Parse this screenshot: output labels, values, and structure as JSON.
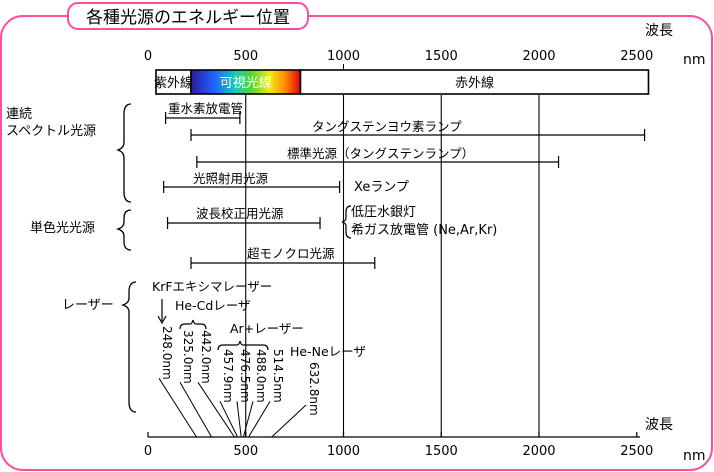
{
  "title": "各種光源のエネルギー位置",
  "axis": {
    "unit_label": "波長",
    "unit": "nm",
    "ticks": [
      0,
      500,
      1000,
      1500,
      2000,
      2500
    ]
  },
  "bands": [
    {
      "label": "紫外線",
      "from": 0,
      "to": 220
    },
    {
      "label": "可視光線",
      "from": 220,
      "to": 780
    },
    {
      "label": "赤外線",
      "from": 780,
      "to": 2560
    }
  ],
  "groups": [
    {
      "label": "連続\nスペクトル光源"
    },
    {
      "label": "単色光光源"
    },
    {
      "label": "レーザー"
    }
  ],
  "ranges": [
    {
      "label": "重水素放電管",
      "from": 90,
      "to": 470
    },
    {
      "label": "タングステンヨウ素ランプ",
      "from": 220,
      "to": 2540
    },
    {
      "label": "標準光源（タングステンランプ）",
      "from": 250,
      "to": 2100
    },
    {
      "label": "光照射用光源",
      "from": 80,
      "to": 980
    },
    {
      "label": "波長校正用光源",
      "from": 100,
      "to": 880
    },
    {
      "label": "超モノクロ光源",
      "from": 220,
      "to": 1160
    }
  ],
  "side_labels": {
    "xe": "Xeランプ",
    "low_pressure_hg": "低圧水銀灯",
    "rare_gas": "希ガス放電管 (Ne,Ar,Kr)"
  },
  "lasers": {
    "krf": {
      "label": "KrFエキシマレーザー",
      "lines": [
        "248.0nm"
      ]
    },
    "hecd": {
      "label": "He-Cdレーザ",
      "lines": [
        "325.0nm",
        "442.0nm"
      ]
    },
    "ar": {
      "label": "Ar+レーザー",
      "lines": [
        "457.9nm",
        "476.5nm",
        "488.0nm",
        "514.5nm"
      ]
    },
    "hene": {
      "label": "He-Neレーザ",
      "lines": [
        "632.8nm"
      ]
    }
  }
}
